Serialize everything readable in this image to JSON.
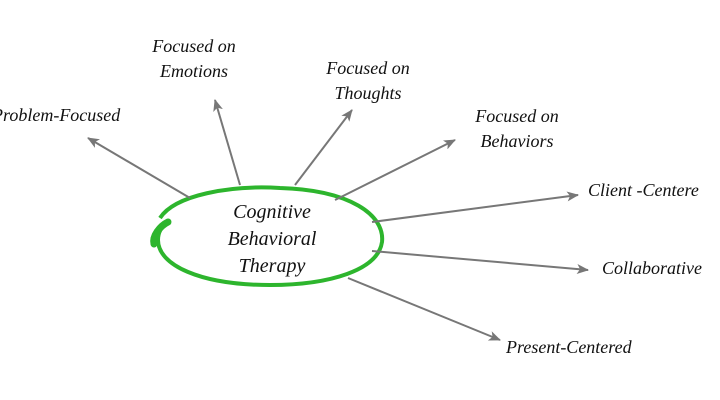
{
  "center": {
    "lines": [
      "Cognitive",
      "Behavioral",
      "Therapy"
    ],
    "ring_color": "#2db52d"
  },
  "arrow_color": "#777777",
  "branches": [
    {
      "lines": [
        "Problem-Focused"
      ]
    },
    {
      "lines": [
        "Focused on",
        "Emotions"
      ]
    },
    {
      "lines": [
        "Focused on",
        "Thoughts"
      ]
    },
    {
      "lines": [
        "Focused on",
        "Behaviors"
      ]
    },
    {
      "lines": [
        "Client -Centere"
      ]
    },
    {
      "lines": [
        "Collaborative"
      ]
    },
    {
      "lines": [
        "Present-Centered"
      ]
    }
  ]
}
